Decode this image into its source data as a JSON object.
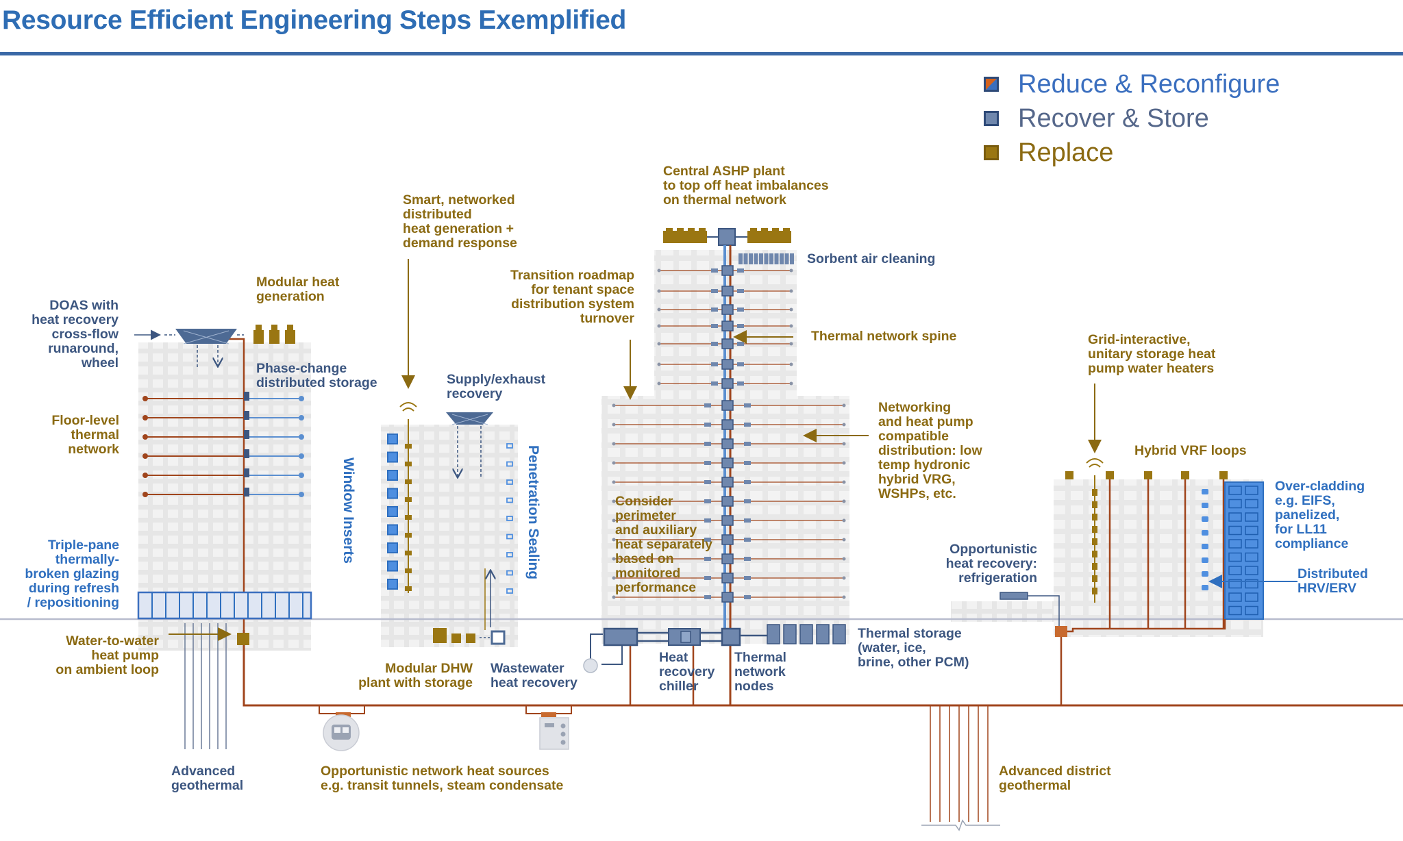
{
  "title": "Resource Efficient Engineering Steps Exemplified",
  "legend": {
    "items": [
      {
        "label": "Reduce & Reconfigure",
        "color": "#3b6fbf",
        "swatch": "split"
      },
      {
        "label": "Recover & Store",
        "color": "#55678a",
        "swatch": "blue"
      },
      {
        "label": "Replace",
        "color": "#8b6a12",
        "swatch": "olive"
      }
    ]
  },
  "colors": {
    "olive": "#8b6a12",
    "olive_fill": "#9a7612",
    "navy": "#3c5680",
    "blue": "#2f6fbf",
    "pipe": "#a0451c",
    "spine_blue": "#5b8fd0",
    "building": "#e8e8e8",
    "ground": "#b8bccd"
  },
  "labels": {
    "doas": "DOAS with\nheat recovery\ncross-flow\nrunaround,\nwheel",
    "modular_heat": "Modular heat\ngeneration",
    "phase_change": "Phase-change\ndistributed storage",
    "floor_level": "Floor-level\nthermal\nnetwork",
    "triple_pane": "Triple-pane\nthermally-\nbroken glazing\nduring refresh\n/ repositioning",
    "water_to_water": "Water-to-water\nheat pump\non ambient loop",
    "advanced_geothermal": "Advanced\ngeothermal",
    "smart_networked": "Smart, networked\ndistributed\nheat generation +\ndemand response",
    "supply_exhaust": "Supply/exhaust\nrecovery",
    "window_inserts": "Window Inserts",
    "penetration_sealing": "Penetration Sealing",
    "modular_dhw": "Modular DHW\nplant with storage",
    "wastewater": "Wastewater\nheat recovery",
    "opportunistic_network": "Opportunistic network heat sources\ne.g. transit tunnels, steam condensate",
    "central_ashp": "Central ASHP plant\nto top off heat imbalances\non thermal network",
    "sorbent": "Sorbent air cleaning",
    "transition_roadmap": "Transition roadmap\nfor tenant space\ndistribution system\nturnover",
    "thermal_spine": "Thermal network spine",
    "networking": "Networking\nand heat pump\ncompatible\ndistribution: low\ntemp hydronic\nhybrid VRG,\nWSHPs, etc.",
    "consider_perimeter": "Consider\nperimeter\nand auxiliary\nheat separately\nbased on\nmonitored\nperformance",
    "heat_recovery_chiller": "Heat\nrecovery\nchiller",
    "thermal_network_nodes": "Thermal\nnetwork\nnodes",
    "thermal_storage": "Thermal storage\n(water, ice,\nbrine, other PCM)",
    "grid_interactive": "Grid-interactive,\nunitary storage heat\npump water heaters",
    "hybrid_vrf": "Hybrid VRF loops",
    "over_cladding": "Over-cladding\ne.g. EIFS,\npanelized,\nfor LL11\ncompliance",
    "distributed_hrv": "Distributed\nHRV/ERV",
    "opportunistic_refrigeration": "Opportunistic\nheat recovery:\nrefrigeration",
    "advanced_district": "Advanced district\ngeothermal"
  }
}
